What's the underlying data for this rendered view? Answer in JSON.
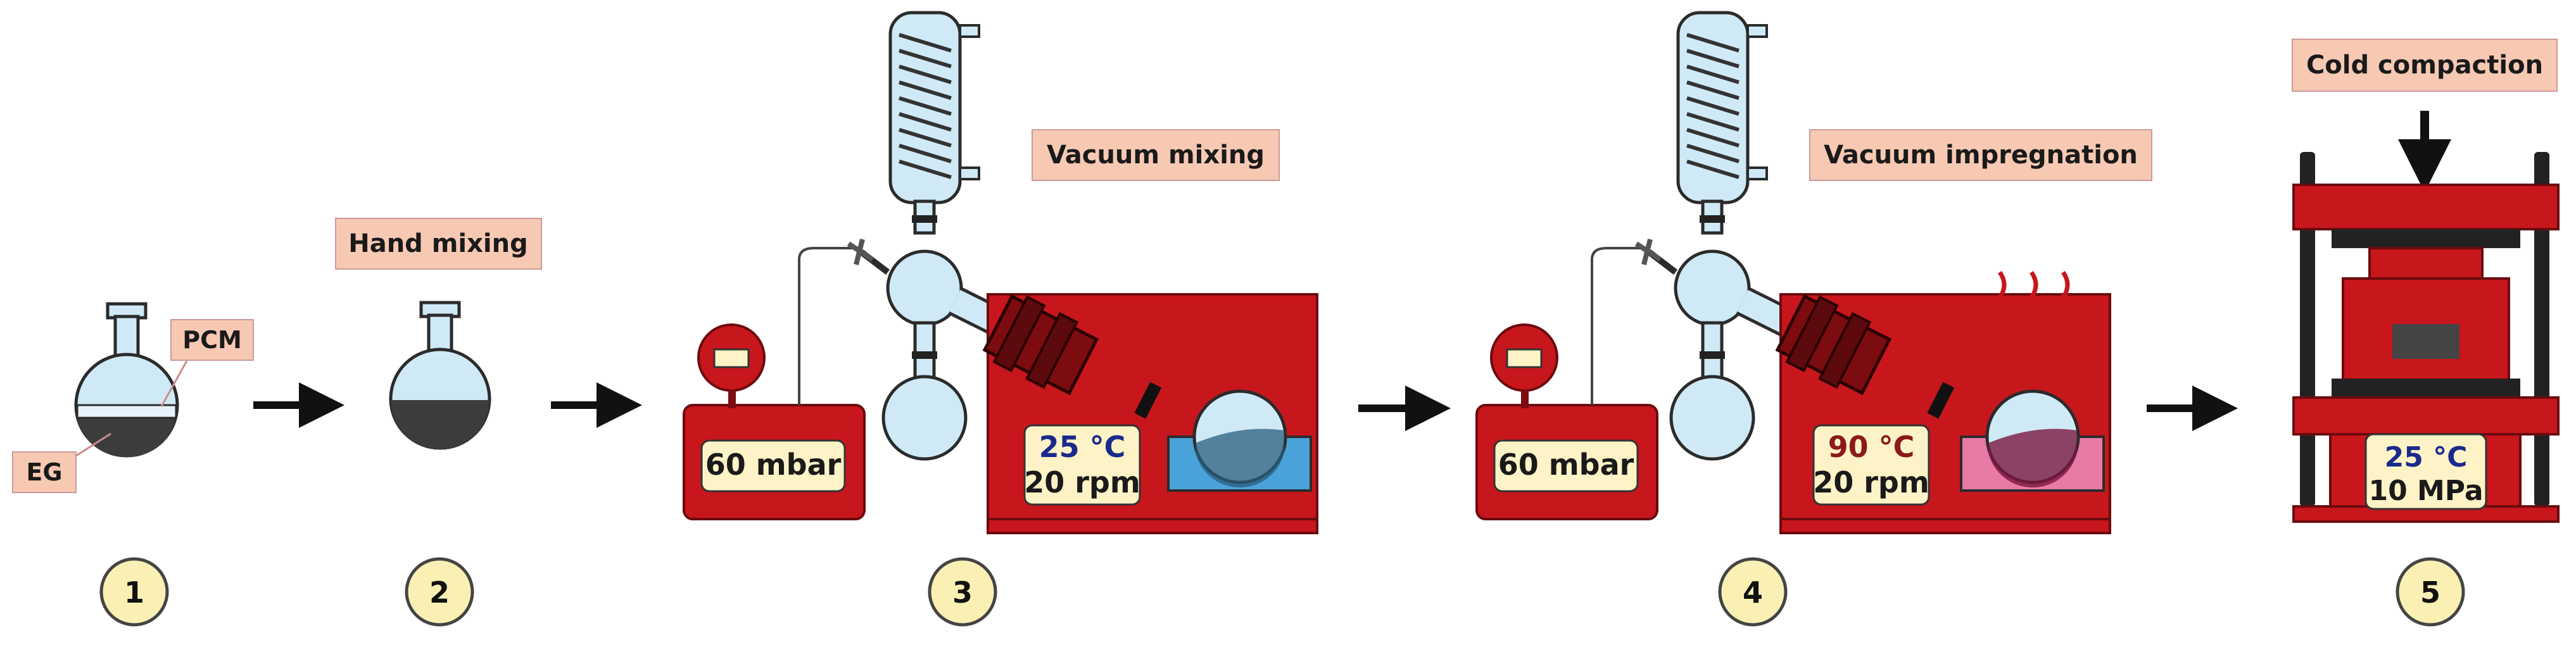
{
  "step1": {
    "labels": {
      "pcm": "PCM",
      "eg": "EG"
    },
    "number": "1"
  },
  "step2": {
    "title": "Hand mixing",
    "number": "2"
  },
  "step3": {
    "title": "Vacuum mixing",
    "pressure": "60 mbar",
    "temperature": "25 °C",
    "speed": "20 rpm",
    "number": "3"
  },
  "step4": {
    "title": "Vacuum impregnation",
    "pressure": "60 mbar",
    "temperature": "90 °C",
    "speed": "20 rpm",
    "number": "4"
  },
  "step5": {
    "title": "Cold compaction",
    "temperature": "25 °C",
    "pressure": "10 MPa",
    "number": "5"
  },
  "colors": {
    "label_fill": "#f7c9b3",
    "machine_red": "#c8161d",
    "display_fill": "#fdf3c6",
    "number_fill": "#faf0b4",
    "water_bath": "#4aa3d8",
    "oil_bath": "#e87aa6",
    "temp_cool": "#1a2a8c",
    "temp_hot": "#8b1a1a"
  }
}
